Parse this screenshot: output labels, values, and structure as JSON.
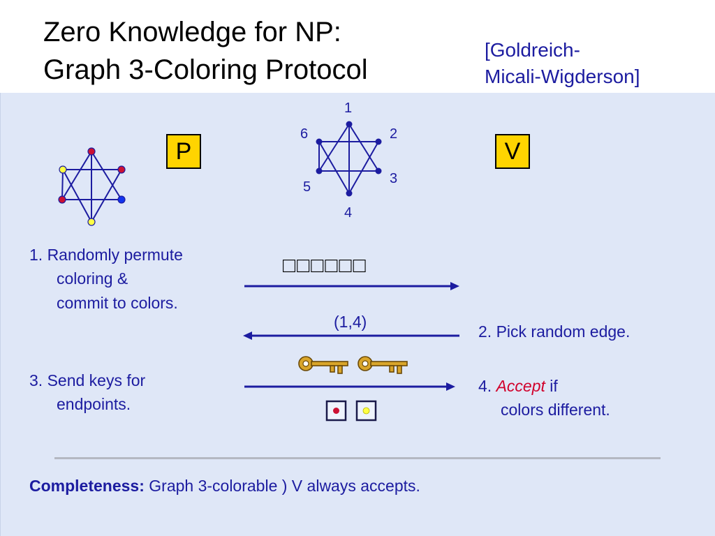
{
  "slide": {
    "title_line1": "Zero Knowledge for NP:",
    "title_line2": "Graph 3-Coloring Protocol",
    "reference_line1": "[Goldreich-",
    "reference_line2": "Micali-Wigderson]"
  },
  "parties": {
    "prover_label": "P",
    "verifier_label": "V"
  },
  "graph": {
    "vertex_labels": [
      "1",
      "2",
      "3",
      "4",
      "5",
      "6"
    ]
  },
  "steps": {
    "step1_line1": "1. Randomly permute",
    "step1_line2": "coloring &",
    "step1_line3": "commit to colors.",
    "commitment_glyphs": "□□□□□□",
    "challenge_edge": "(1,4)",
    "step2": "2. Pick random edge.",
    "step3_line1": "3. Send keys for",
    "step3_line2": "endpoints.",
    "step4_prefix": "4. ",
    "step4_accent": "Accept",
    "step4_suffix": " if",
    "step4_line2": "colors different."
  },
  "footer": {
    "completeness_label": "Completeness:",
    "completeness_text": " Graph 3-colorable ) V always accepts."
  },
  "colors": {
    "vertex_red": "#cc1133",
    "vertex_blue": "#1133ee",
    "vertex_yellow": "#ffff44",
    "edge_blue": "#1c1ca0",
    "accent_red": "#d1002b",
    "box_yellow": "#ffd400",
    "key_gold": "#d9a52a"
  }
}
